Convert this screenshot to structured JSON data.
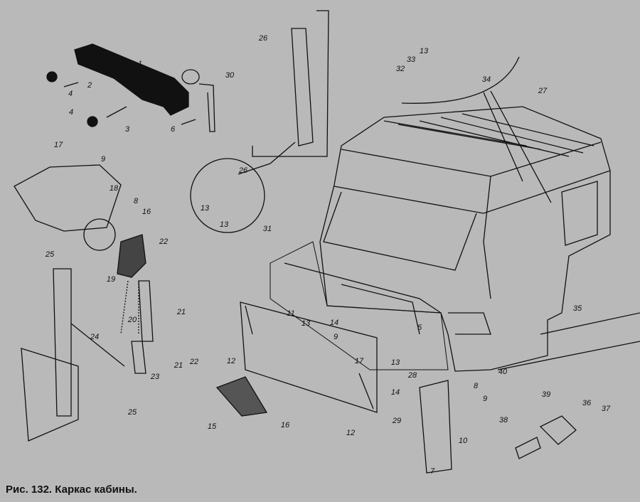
{
  "caption": "Рис. 132. Каркас кабины.",
  "labels": [
    "1",
    "2",
    "4",
    "4",
    "3",
    "6",
    "30",
    "26",
    "26",
    "13",
    "13",
    "31",
    "32",
    "33",
    "13",
    "34",
    "27",
    "17",
    "9",
    "18",
    "8",
    "16",
    "22",
    "25",
    "19",
    "20",
    "21",
    "21",
    "22",
    "24",
    "23",
    "25",
    "11",
    "13",
    "14",
    "9",
    "17",
    "12",
    "5",
    "13",
    "14",
    "35",
    "28",
    "8",
    "9",
    "29",
    "10",
    "7",
    "40",
    "39",
    "36",
    "37",
    "38",
    "15",
    "16",
    "12"
  ]
}
